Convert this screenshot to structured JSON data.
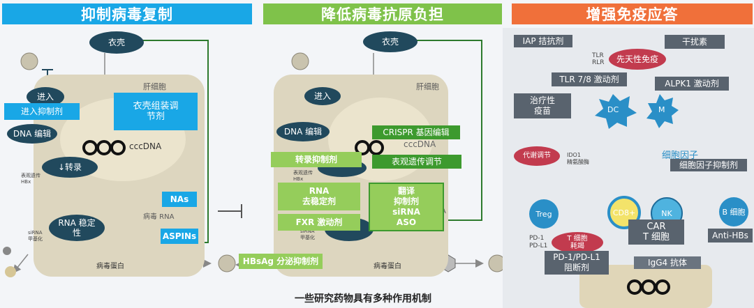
{
  "headers": {
    "s1": "抑制病毒复制",
    "s2": "降低病毒抗原负担",
    "s3": "增强免疫应答"
  },
  "colors": {
    "blue": "#19a7e6",
    "green": "#7fc24a",
    "orange": "#f0703a",
    "dark_oval": "#21495d",
    "gray_box": "#59636e",
    "line_green": "#2d7a2d",
    "arrow_red": "#c23b4e"
  },
  "panel1": {
    "shell": "衣壳",
    "entry": "进入",
    "dna_edit": "DNA 编辑",
    "transcription": "↓转录",
    "rna_stab": "RNA 稳定\n性",
    "liver": "肝细胞",
    "cccdna": "cccDNA",
    "viral_rna": "病毒 RNA",
    "viral_protein": "病毒蛋白",
    "epi": "表观遗传\nHBx",
    "sirna_meth": "siRNA\n甲基化",
    "entry_inhib": "进入抑制剂",
    "capsid_mod": "衣壳组装调\n节剂",
    "nas": "NAs",
    "aspins": "ASPINs"
  },
  "panel2": {
    "shell": "衣壳",
    "entry": "进入",
    "dna_edit": "DNA 编辑",
    "liver": "肝细胞",
    "cccdna": "cccDNA",
    "viral_rna_frag": "A",
    "viral_protein": "病毒蛋白",
    "epi": "表观遗传\nHBx",
    "sirna_meth": "siRNA\n甲基化",
    "crispr": "CRISPR 基因编辑",
    "trans_inhib": "转录抑制剂",
    "epi_mod": "表观遗传调节",
    "rna_destab": "RNA\n去稳定剂",
    "fxr": "FXR 激动剂",
    "translation": "翻译\n抑制剂\nsiRNA\nASO",
    "hbsag": "HBsAg 分泌抑制剂"
  },
  "panel3": {
    "iap": "IAP 拮抗剂",
    "ifn": "干扰素",
    "tlr_rlr": "TLR\nRLR",
    "innate": "先天性免疫",
    "tlr78": "TLR 7/8 激动剂",
    "alpk1": "ALPK1 激动剂",
    "vaccine": "治疗性\n疫苗",
    "dc": "DC",
    "m": "M",
    "cytokine": "细胞因子",
    "cytokine_inhib": "细胞因子抑制剂",
    "metab": "代谢调节",
    "ido1": "IDO1\n精氨酸酶",
    "treg": "Treg",
    "cd8": "CD8+",
    "nk": "NK",
    "b": "B 细胞",
    "car": "CAR\nT 细胞",
    "antihbs": "Anti-HBs",
    "pd1": "PD-1\nPD-L1",
    "t_exh": "T 细胞\n耗竭",
    "pd_block": "PD-1/PD-L1\n阻断剂",
    "igg4": "IgG4 抗体"
  },
  "footer": "一些研究药物具有多种作用机制"
}
